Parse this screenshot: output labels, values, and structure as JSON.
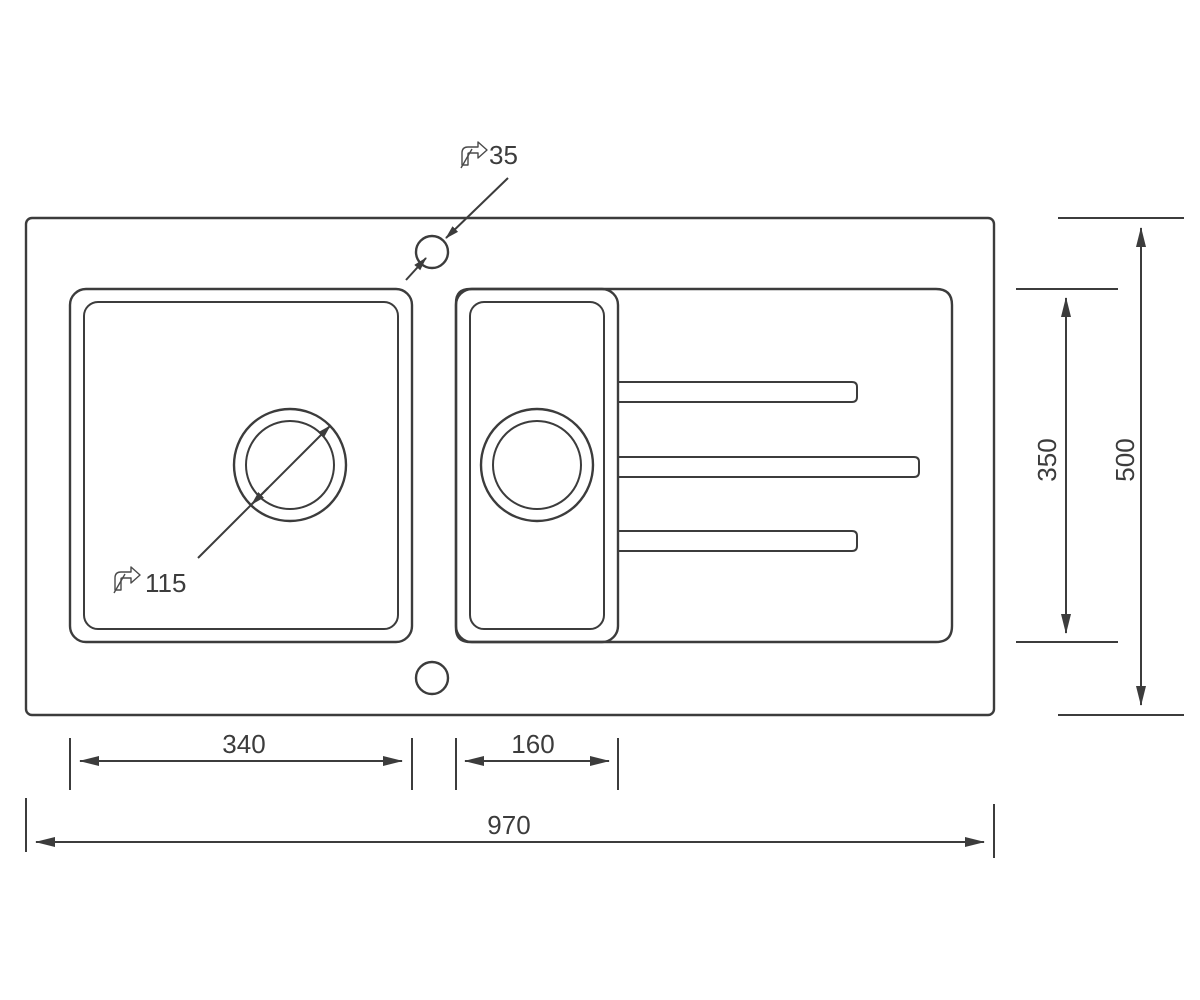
{
  "drawing": {
    "dimensions": {
      "tap_hole_diameter": "35",
      "drain_diameter": "115",
      "main_bowl_width": "340",
      "small_bowl_width": "160",
      "overall_width": "970",
      "bowl_depth": "350",
      "overall_depth": "500"
    },
    "symbols": {
      "diameter_icon": "diameter-symbol-icon"
    },
    "colors": {
      "line": "#3c3c3c",
      "background": "#ffffff"
    }
  }
}
